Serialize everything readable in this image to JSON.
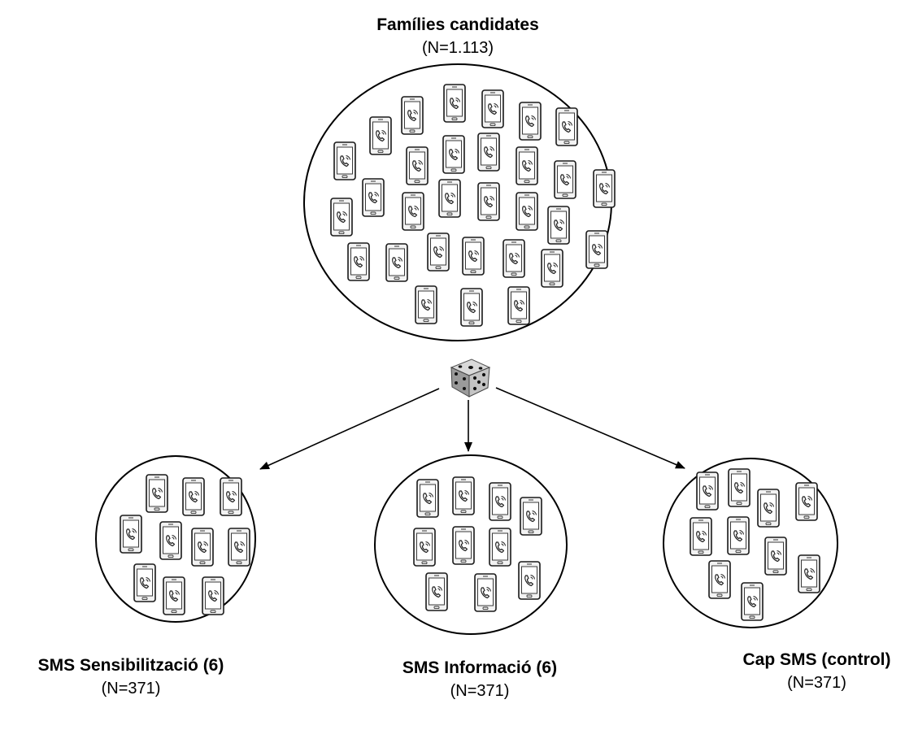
{
  "top_group": {
    "title": "Famílies candidates",
    "count": "(N=1.113)"
  },
  "groups": [
    {
      "title": "SMS Sensibilització (6)",
      "count": "(N=371)"
    },
    {
      "title": "SMS Informació (6)",
      "count": "(N=371)"
    },
    {
      "title": "Cap SMS (control)",
      "count": "(N=371)"
    }
  ],
  "icons": {
    "population_item": "phone-icon",
    "randomizer": "dice-icon"
  }
}
